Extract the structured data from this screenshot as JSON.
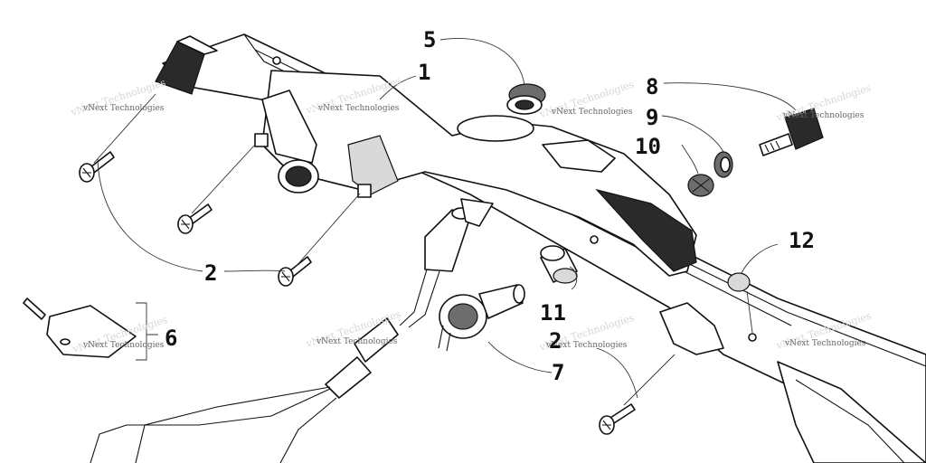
{
  "callouts": [
    {
      "id": "c1",
      "label": "1"
    },
    {
      "id": "c2a",
      "label": "2"
    },
    {
      "id": "c2b",
      "label": "2"
    },
    {
      "id": "c5",
      "label": "5"
    },
    {
      "id": "c6",
      "label": "6"
    },
    {
      "id": "c7",
      "label": "7"
    },
    {
      "id": "c8",
      "label": "8"
    },
    {
      "id": "c9",
      "label": "9"
    },
    {
      "id": "c10",
      "label": "10"
    },
    {
      "id": "c11",
      "label": "11"
    },
    {
      "id": "c12",
      "label": "12"
    }
  ],
  "watermark": {
    "text": "vNext Technologies",
    "ghost_text": "vNext Technologies"
  }
}
